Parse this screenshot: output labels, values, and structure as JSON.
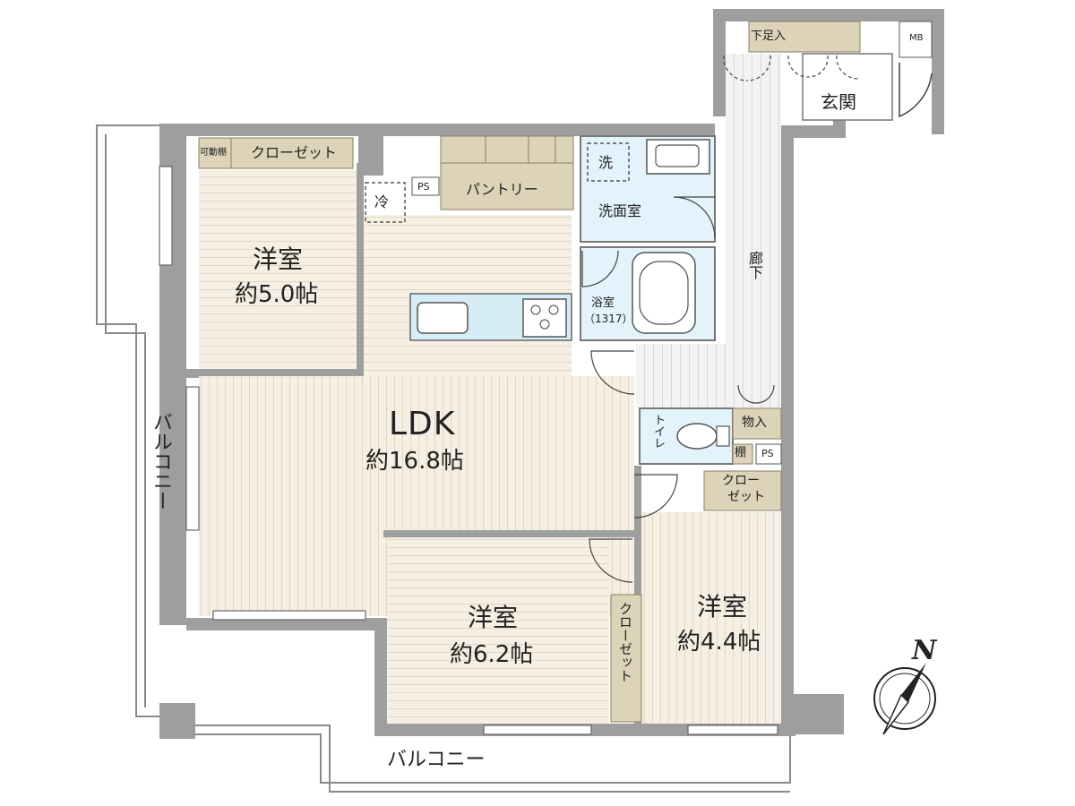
{
  "rooms": {
    "western1": {
      "name": "洋室",
      "size": "約5.0帖"
    },
    "ldk": {
      "name": "LDK",
      "size": "約16.8帖"
    },
    "western2": {
      "name": "洋室",
      "size": "約6.2帖"
    },
    "western3": {
      "name": "洋室",
      "size": "約4.4帖"
    },
    "washroom": "洗面室",
    "bathroom": {
      "name": "浴室",
      "size": "（1317）"
    },
    "entrance": "玄関",
    "hallway": "廊下",
    "toilet": "トイレ"
  },
  "storage": {
    "closet_top": "クローゼット",
    "movable_shelf": "可動棚",
    "pantry": "パントリー",
    "shoe_box": "下足入",
    "storage_room": "物入",
    "shelf": "棚",
    "closet_small_l1": "クロー",
    "closet_small_l2": "ゼット",
    "closet_vertical": "クローゼット"
  },
  "fixtures": {
    "fridge": "冷",
    "washer": "洗",
    "ps_kitchen": "PS",
    "ps_toilet": "PS",
    "mb": "MB"
  },
  "balcony": {
    "west": "バルコニー",
    "south": "バルコニー"
  },
  "compass": {
    "label": "N"
  },
  "colors": {
    "wall": "#9e9e9e",
    "floor_wood": "#f6efe4",
    "floor_wood_line": "#e3d7c4",
    "closet": "#dcd3b8",
    "wet_area": "#e2f3fb",
    "counter": "#d6ecf7",
    "hall_floor": "#f1f1f1"
  }
}
